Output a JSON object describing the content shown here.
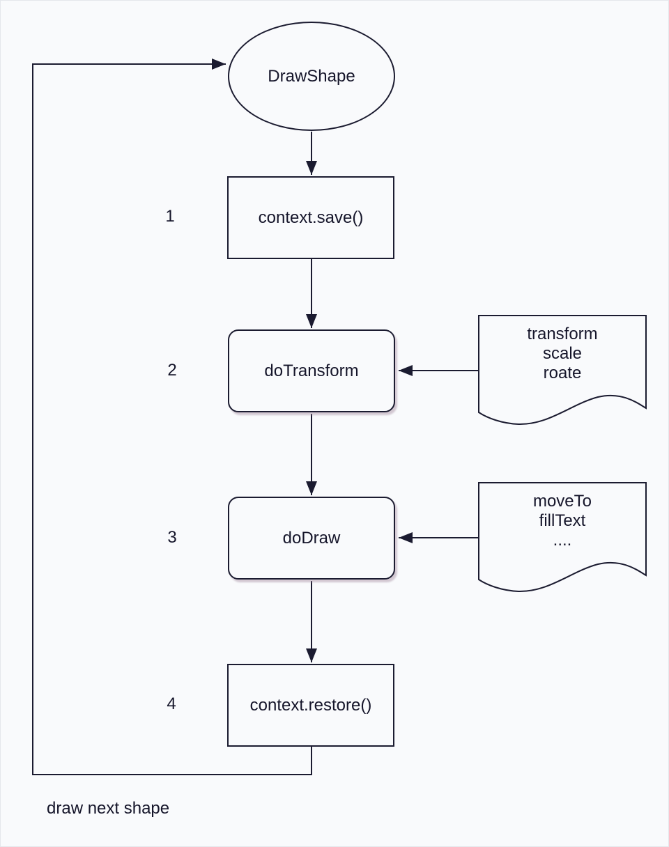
{
  "diagram": {
    "start_node": {
      "label": "DrawShape"
    },
    "steps": [
      {
        "num": "1",
        "label": "context.save()"
      },
      {
        "num": "2",
        "label": "doTransform"
      },
      {
        "num": "3",
        "label": "doDraw"
      },
      {
        "num": "4",
        "label": "context.restore()"
      }
    ],
    "notes": [
      {
        "lines": [
          "transform",
          "scale",
          "roate"
        ]
      },
      {
        "lines": [
          "moveTo",
          "fillText",
          "...."
        ]
      }
    ],
    "loop_label": "draw next shape",
    "colors": {
      "stroke": "#1b1b30",
      "text": "#15152a",
      "background": "#f9fafc",
      "note_shadow": "rgba(165,140,160,0.45)"
    }
  }
}
